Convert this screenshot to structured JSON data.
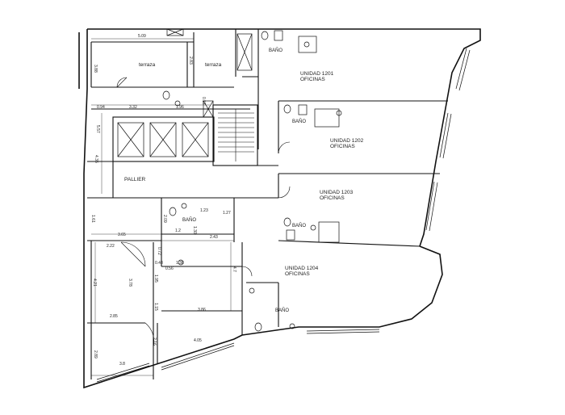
{
  "labels": {
    "terraza_1": "terraza",
    "terraza_2": "terraza",
    "palier": "PALLIER",
    "u1201_title": "UNIDAD  1201",
    "u1201_sub": "OFICINAS",
    "u1202_title": "UNIDAD  1202",
    "u1202_sub": "OFICINAS",
    "u1203_title": "UNIDAD  1203",
    "u1203_sub": "OFICINAS",
    "u1204_title": "UNIDAD  1204",
    "u1204_sub": "OFICINAS",
    "bano_1": "BAÑO",
    "bano_2": "BAÑO",
    "bano_3": "BAÑO",
    "bano_4": "BAÑO",
    "bano_5": "BAÑO"
  },
  "dimensions": {
    "d509": "5.09",
    "d388": "3.88",
    "d283": "2.83",
    "d332": "3.32",
    "d094": "0.94",
    "d196": "1.96",
    "d057": "0.57",
    "d557": "5.57",
    "d435": "4.35",
    "d123": "1.23",
    "d127": "1.27",
    "d209": "2.09",
    "d12": "1.2",
    "d130": "1.30",
    "d365": "3.65",
    "d243": "2.43",
    "d222": "2.22",
    "d072": "0.72",
    "d048": "0.48",
    "d138": "1.38",
    "d056": "0.56",
    "d421": "4.21",
    "d378": "3.78",
    "d195": "1.95",
    "d115": "1.15",
    "d386": "3.86",
    "d285": "2.85",
    "d405": "4.05",
    "d216": "2.16",
    "d289": "2.89",
    "d38": "3.8",
    "d47": "4.7",
    "d161": "1.61"
  }
}
